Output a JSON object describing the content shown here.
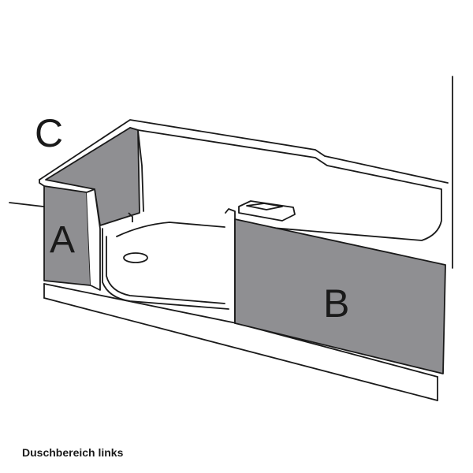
{
  "labels": {
    "a": "A",
    "b": "B",
    "c": "C"
  },
  "caption": "Duschbereich links",
  "colors": {
    "panel": "#8f8f92",
    "line": "#1a1a1a",
    "background": "#ffffff"
  }
}
